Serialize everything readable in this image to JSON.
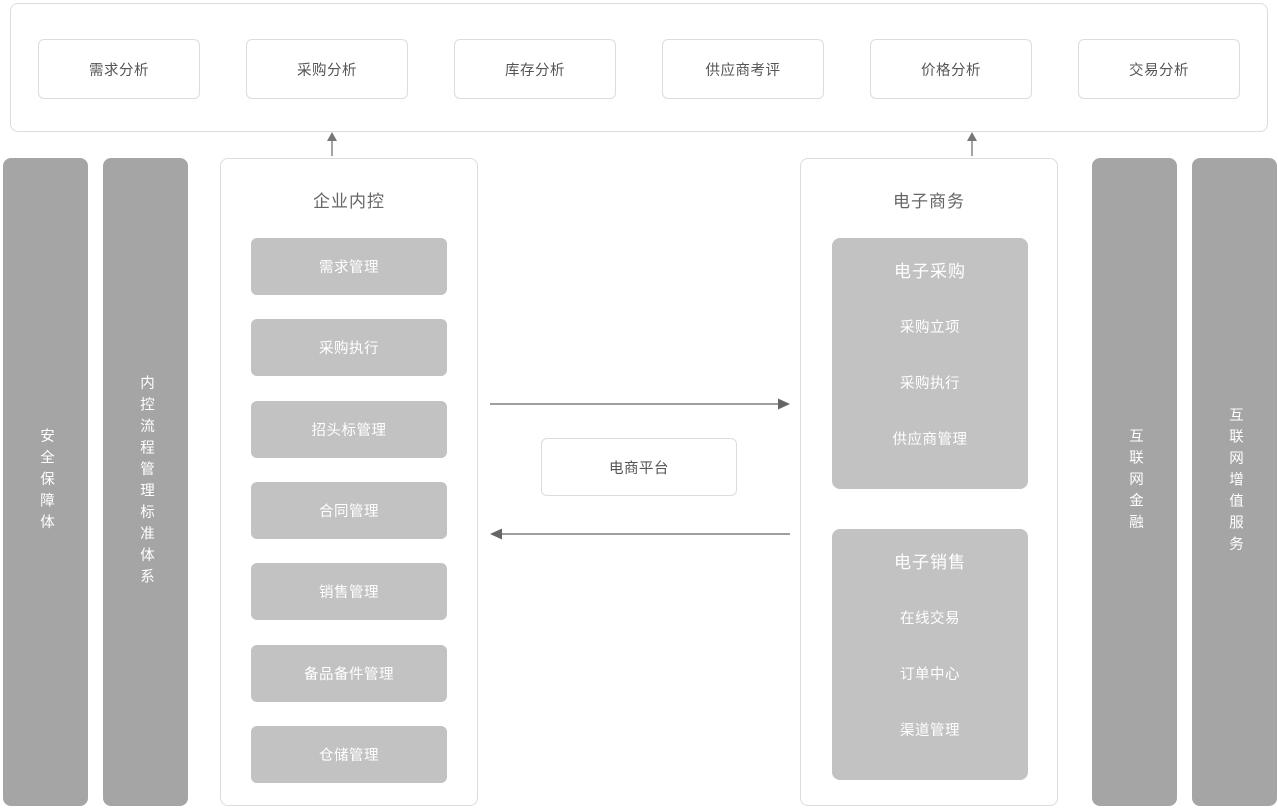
{
  "analytics": {
    "cards": [
      {
        "label": "需求分析"
      },
      {
        "label": "采购分析"
      },
      {
        "label": "库存分析"
      },
      {
        "label": "供应商考评"
      },
      {
        "label": "价格分析"
      },
      {
        "label": "交易分析"
      }
    ]
  },
  "side_bars": {
    "security": "安全保障体",
    "control_process": "内控流程管理标准体系",
    "internet_finance": "互联网金融",
    "internet_value_added": "互联网增值服务"
  },
  "internal_control": {
    "title": "企业内控",
    "items": [
      {
        "label": "需求管理"
      },
      {
        "label": "采购执行"
      },
      {
        "label": "招头标管理"
      },
      {
        "label": "合同管理"
      },
      {
        "label": "销售管理"
      },
      {
        "label": "备品备件管理"
      },
      {
        "label": "仓储管理"
      }
    ]
  },
  "ecommerce": {
    "title": "电子商务",
    "groups": [
      {
        "title": "电子采购",
        "items": [
          {
            "label": "采购立项"
          },
          {
            "label": "采购执行"
          },
          {
            "label": "供应商管理"
          }
        ]
      },
      {
        "title": "电子销售",
        "items": [
          {
            "label": "在线交易"
          },
          {
            "label": "订单中心"
          },
          {
            "label": "渠道管理"
          }
        ]
      }
    ]
  },
  "platform": {
    "label": "电商平台"
  },
  "colors": {
    "panel_border": "#dcdcdc",
    "side_bar_fill": "#a5a5a5",
    "item_fill": "#c2c2c2",
    "text_dark": "#555555",
    "text_title": "#666666",
    "text_on_fill": "#ffffff",
    "arrow": "#666666",
    "background": "#ffffff"
  }
}
